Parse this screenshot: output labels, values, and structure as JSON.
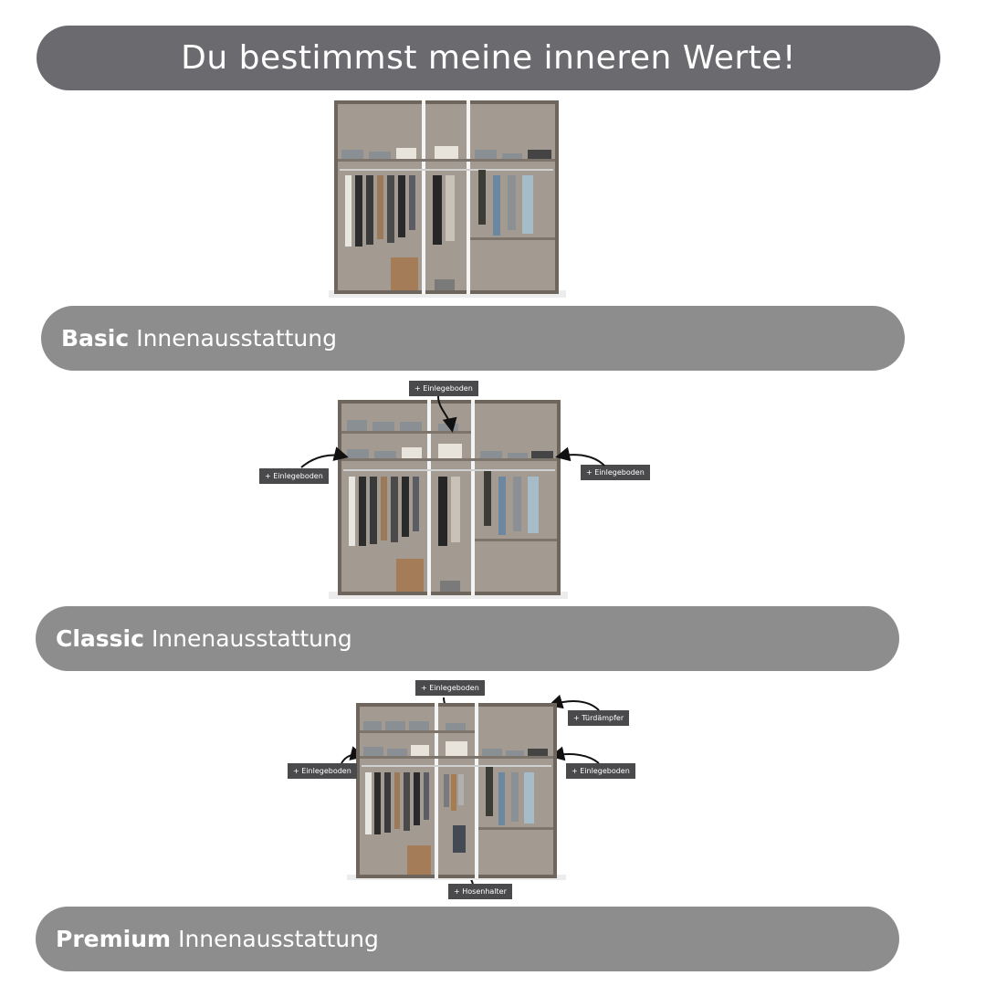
{
  "header": {
    "title": "Du bestimmst meine inneren Werte!"
  },
  "sections": [
    {
      "bold": "Basic",
      "text": "Innenausstattung"
    },
    {
      "bold": "Classic",
      "text": "Innenausstattung"
    },
    {
      "bold": "Premium",
      "text": "Innenausstattung"
    }
  ],
  "annotations": {
    "shelf": "+ Einlegeboden",
    "damper": "+ Türdämpfer",
    "trouser": "+ Hosenhalter"
  },
  "colors": {
    "header_bg": "#6b6b6f",
    "band_bg": "#8d8d8d",
    "wardrobe_back": "#9a9088",
    "wardrobe_frame": "#6e655d",
    "tag_bg": "#4a4a4c"
  }
}
